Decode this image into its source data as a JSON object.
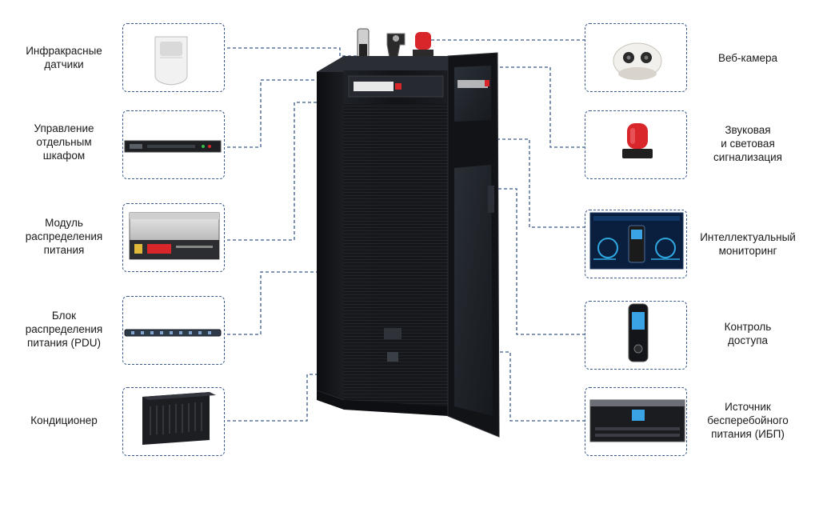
{
  "components": {
    "left": [
      {
        "id": "ir",
        "label": "Инфракрасные\nдатчики"
      },
      {
        "id": "mgmt",
        "label": "Управление\nотдельным\nшкафом"
      },
      {
        "id": "pdm",
        "label": "Модуль\nраспределения\nпитания"
      },
      {
        "id": "pdu",
        "label": "Блок\nраспределения\nпитания (PDU)"
      },
      {
        "id": "ac",
        "label": "Кондиционер"
      }
    ],
    "right": [
      {
        "id": "cam",
        "label": "Веб-камера"
      },
      {
        "id": "alarm",
        "label": "Звуковая\nи световая\nсигнализация"
      },
      {
        "id": "mon",
        "label": "Интеллектуальный\nмониторинг"
      },
      {
        "id": "acc",
        "label": "Контроль\nдоступа"
      },
      {
        "id": "ups",
        "label": "Источник\nбесперебойного\nпитания (ИБП)"
      }
    ]
  },
  "colors": {
    "connector": "#3b5a8c",
    "cabinet": "#16181c",
    "cabinet_edge": "#2a2e35",
    "beacon": "#d8262b"
  }
}
